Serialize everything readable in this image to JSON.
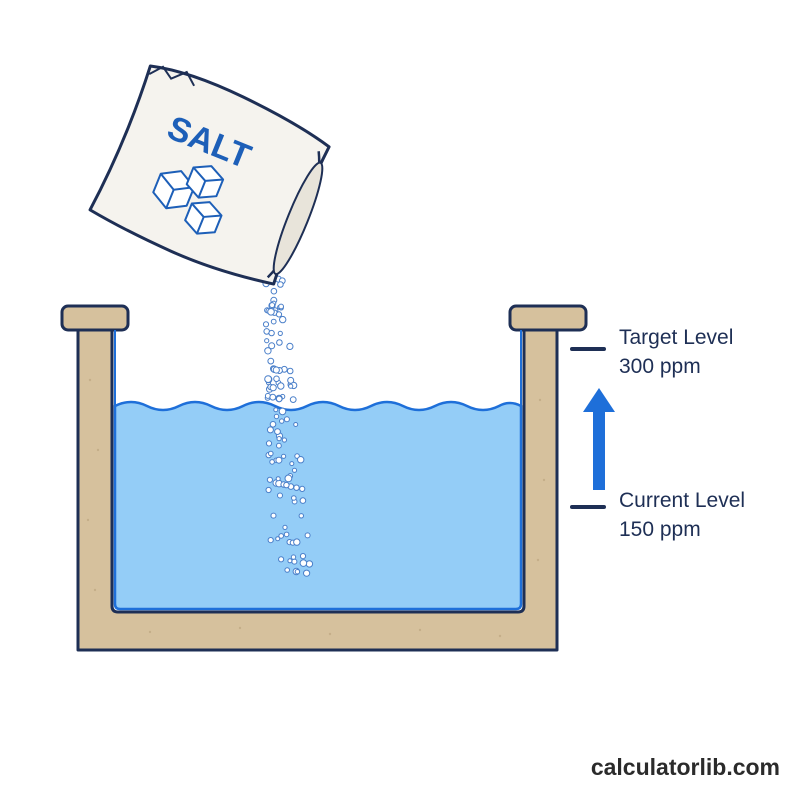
{
  "bag": {
    "label": "SALT"
  },
  "target": {
    "title": "Target Level",
    "value": "300 ppm"
  },
  "current": {
    "title": "Current Level",
    "value": "150 ppm"
  },
  "watermark": "calculatorlib.com",
  "colors": {
    "water": "#94cdf7",
    "water_edge": "#1e6fd9",
    "pool_wall": "#d6c19d",
    "outline": "#1e2f55",
    "arrow": "#1e6fd9",
    "bag": "#f5f3ee"
  }
}
